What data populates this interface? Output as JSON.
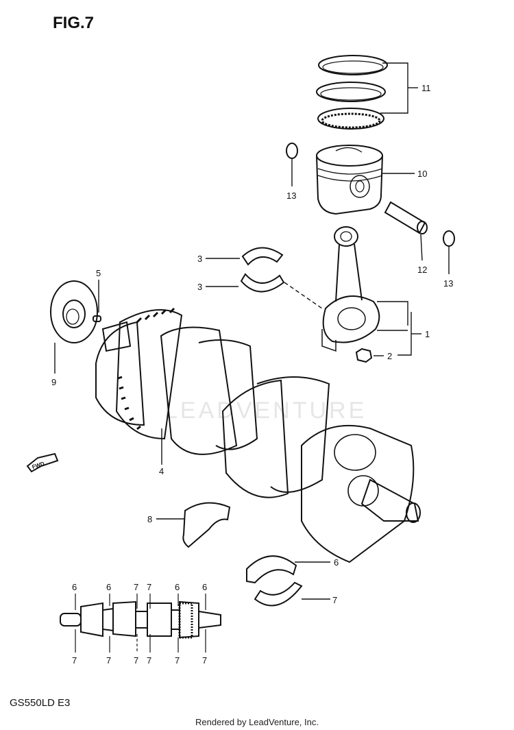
{
  "figure_title": "FIG.7",
  "model_code": "GS550LD E3",
  "footer_text": "Rendered by LeadVenture, Inc.",
  "watermark_text": "LEADVENTURE",
  "fwd_arrow_text": "FWD",
  "callouts": {
    "c1": "1",
    "c2": "2",
    "c3a": "3",
    "c3b": "3",
    "c4": "4",
    "c5": "5",
    "c6": "6",
    "c7": "7",
    "c8": "8",
    "c9": "9",
    "c10": "10",
    "c11": "11",
    "c12": "12",
    "c13a": "13",
    "c13b": "13"
  },
  "inset_top_labels": [
    "6",
    "6",
    "7",
    "7",
    "6",
    "6"
  ],
  "inset_bottom_labels": [
    "7",
    "7",
    "7",
    "7",
    "7",
    "7"
  ]
}
